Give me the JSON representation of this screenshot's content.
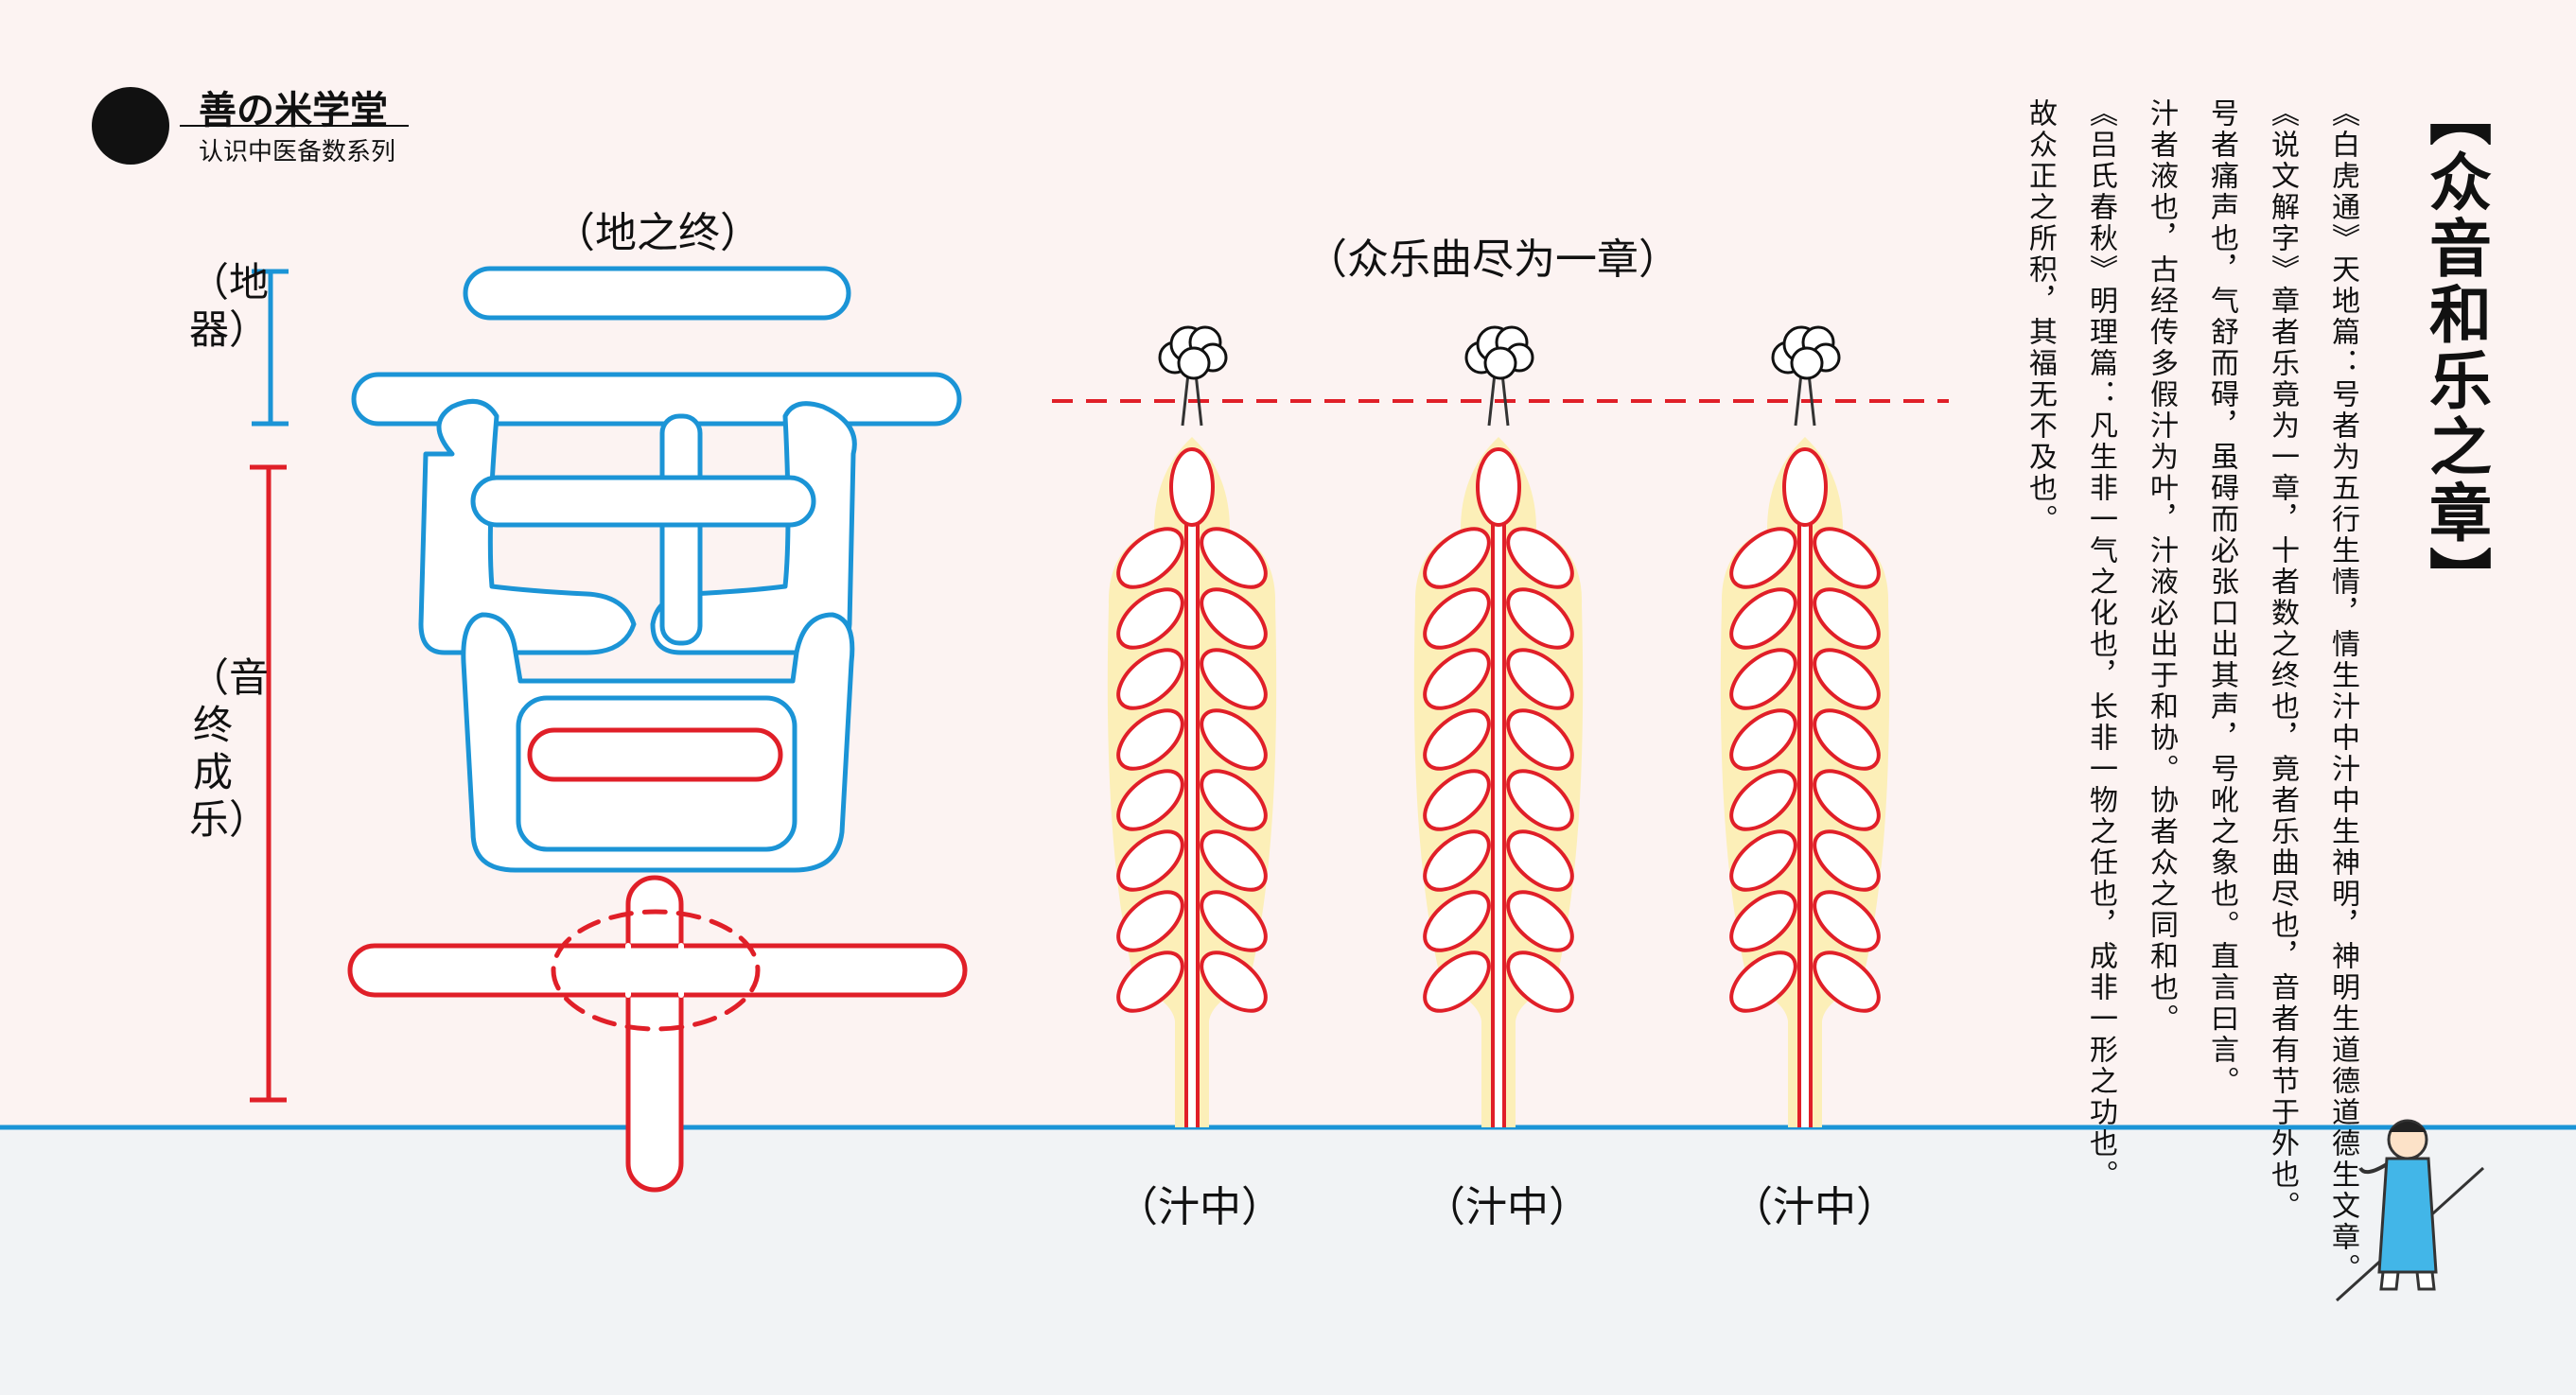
{
  "brand": {
    "name": "善の米学堂",
    "series": "认识中医备数系列",
    "colors": {
      "black": "#111111",
      "gold": "#F2C200"
    }
  },
  "title": "【众音和乐之章】",
  "character": {
    "top_label": "（地之终）",
    "upper_label": "（地器）",
    "lower_label": "（音终成乐）",
    "colors": {
      "upper_strokes": "#1B94D6",
      "lower_strokes": "#E01F28"
    }
  },
  "wheat": {
    "caption": "（众乐曲尽为一章）",
    "stalk_label": "（汁中）",
    "count": 3,
    "colors": {
      "outline": "#E01F28",
      "glow": "#FCEFB8",
      "dashed_line": "#E01F28"
    }
  },
  "text_columns": [
    "《白虎通》天地篇：号者为五行生情，情生汁中汁中生神明，神明生道德道德生文章。",
    "《说文解字》章者乐竟为一章，十者数之终也，竟者乐曲尽也，音者有节于外也。",
    "号者痛声也，气舒而碍，虽碍而必张口出其声，号吪之象也。直言曰言。",
    "汁者液也，古经传多假汁为叶，汁液必出于和协。协者众之同和也。",
    "《吕氏春秋》明理篇：凡生非一气之化也，长非一物之任也，成非一形之功也。",
    "故众正之所积，其福无不及也。"
  ],
  "ground_line_color": "#1B94D6"
}
